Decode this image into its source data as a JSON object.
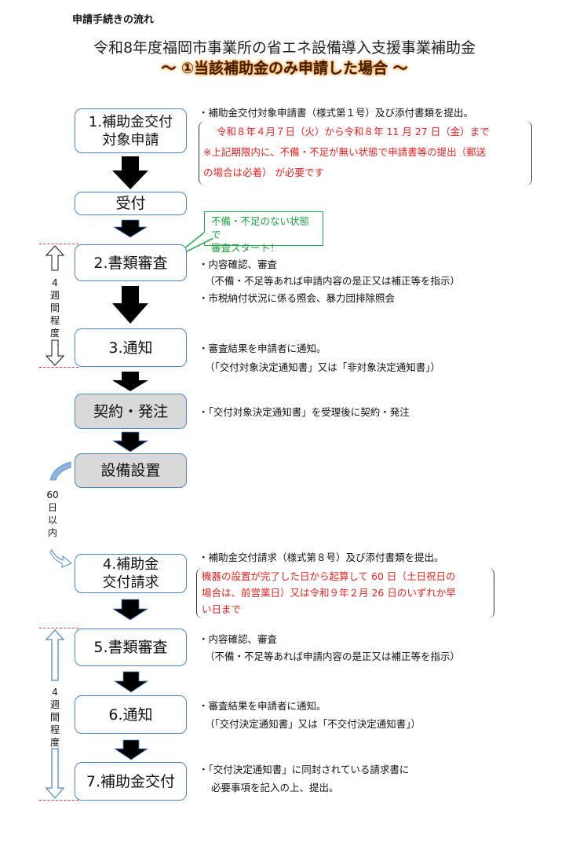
{
  "header": {
    "heading": "申請手続きの流れ",
    "title": "令和8年度福岡市事業所の省エネ設備導入支援事業補助金",
    "subtitle": "～ ①当該補助金のみ申請した場合 ～"
  },
  "steps": [
    {
      "label_line1": "1.補助金交付",
      "label_line2": "対象申請",
      "style": "white",
      "desc": [
        "・補助金交付対象申請書（様式第１号）及び添付書類を提出。"
      ],
      "note": [
        "令和８年４月７日（火）から令和８年 11 月 27 日（金）まで",
        "※上記期限内に、不備・不足が無い状態で申請書等の提出（郵送",
        "の場合は必着） が必要です"
      ]
    },
    {
      "label": "受付",
      "style": "white"
    },
    {
      "label": "2.書類審査",
      "style": "white",
      "desc": [
        "・内容確認、審査",
        "（不備・不足等あれば申請内容の是正又は補正等を指示）",
        "・市税納付状況に係る照会、暴力団排除照会"
      ]
    },
    {
      "label": "3.通知",
      "style": "white",
      "desc": [
        "・審査結果を申請者に通知。",
        "（「交付対象決定通知書」又は「非対象決定通知書」）"
      ]
    },
    {
      "label": "契約・発注",
      "style": "gray",
      "desc": [
        "・「交付対象決定通知書」を受理後に契約・発注"
      ]
    },
    {
      "label": "設備設置",
      "style": "gray"
    },
    {
      "label_line1": "4.補助金",
      "label_line2": "交付請求",
      "style": "white",
      "desc": [
        "・補助金交付請求（様式第８号）及び添付書類を提出。"
      ],
      "note": [
        "機器の設置が完了した日から起算して 60 日（土日祝日の",
        "場合は、前営業日）又は令和９年２月 26 日のいずれか早",
        "い日まで"
      ]
    },
    {
      "label": "5.書類審査",
      "style": "white",
      "desc": [
        "・内容確認、審査",
        "（不備・不足等あれば申請内容の是正又は補正等を指示）"
      ]
    },
    {
      "label": "6.通知",
      "style": "white",
      "desc": [
        "・審査結果を申請者に通知。",
        "（「交付決定通知書」又は「不交付決定通知書」）"
      ]
    },
    {
      "label": "7.補助金交付",
      "style": "white",
      "desc": [
        "・「交付決定通知書」に同封されている請求書に",
        "必要事項を記入の上、提出。"
      ]
    }
  ],
  "callout": {
    "line1": "不備・不足のない状態で",
    "line2": "審査スタート！"
  },
  "durations": {
    "review1": [
      "4",
      "週",
      "間",
      "程",
      "度"
    ],
    "install": [
      "60",
      "日",
      "以",
      "内"
    ],
    "review2": [
      "4",
      "週",
      "間",
      "程",
      "度"
    ]
  },
  "colors": {
    "box_border": "#4a86c8",
    "note_red": "#e8221f",
    "callout_green": "#22a84a",
    "gray_box": "#d9d9d9"
  }
}
